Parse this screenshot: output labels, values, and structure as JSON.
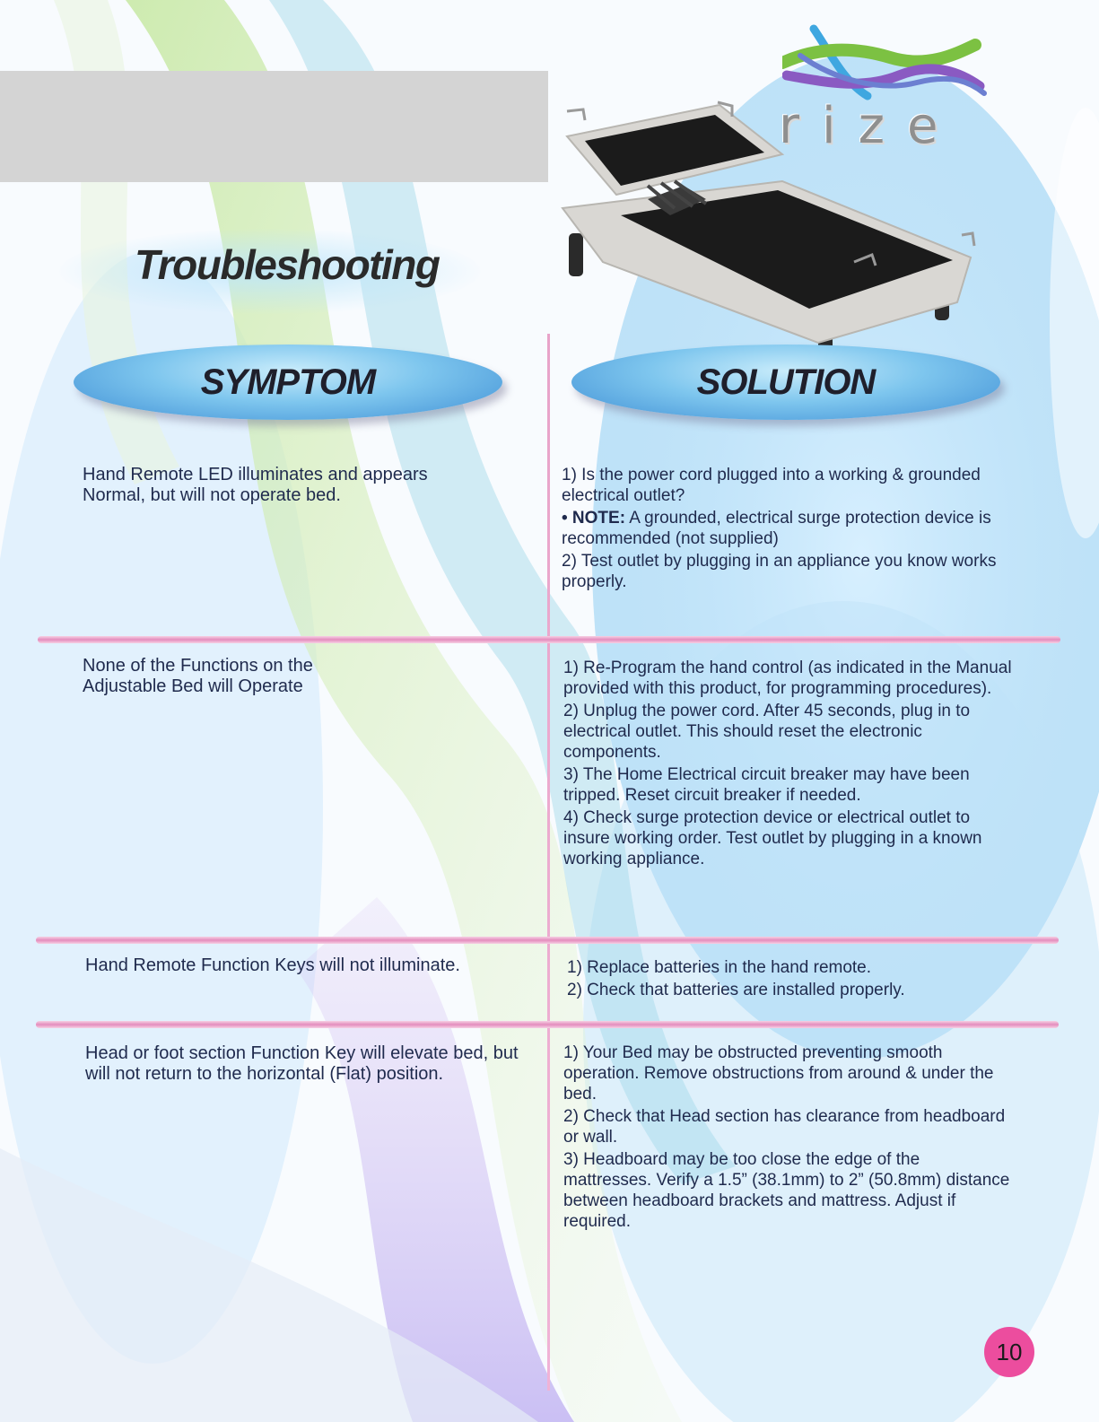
{
  "page": {
    "title": "Troubleshooting",
    "page_number": "10"
  },
  "brand": {
    "logo_text": "rize",
    "logo_colors": [
      "#6c7fd1",
      "#3fa7e0",
      "#7cc142",
      "#8a5ac2"
    ]
  },
  "headers": {
    "symptom": "SYMPTOM",
    "solution": "SOLUTION"
  },
  "colors": {
    "header_blue": "#3f8fd5",
    "divider_pink": "#e48dbd",
    "page_badge": "#ec4d9e",
    "text": "#1f2a4d"
  },
  "rows": [
    {
      "symptom": "Hand Remote LED illuminates and appears Normal, but will not operate bed.",
      "solution": [
        "1) Is the power cord plugged into a working & grounded electrical outlet?",
        "2) Test outlet by plugging in an appliance you know works properly."
      ],
      "note_label": "• NOTE:",
      "note_text": " A grounded, electrical surge protection device is recommended (not supplied)"
    },
    {
      "symptom": "None of the Functions on the Adjustable Bed will Operate",
      "solution": [
        "1) Re-Program the hand control (as indicated in the Manual provided with this product, for programming procedures).",
        "2) Unplug the power cord.  After 45 seconds, plug in to electrical outlet.  This should reset the electronic components.",
        "3) The Home Electrical circuit breaker may have been tripped. Reset circuit breaker if needed.",
        "4) Check surge protection device or electrical outlet to insure working order. Test outlet by plugging in a known working appliance."
      ]
    },
    {
      "symptom": "Hand Remote Function Keys will not illuminate.",
      "solution": [
        "1) Replace batteries in the hand remote.",
        "2) Check that batteries are installed properly."
      ]
    },
    {
      "symptom": "Head or foot section Function Key will elevate bed, but will not return to the horizontal (Flat) position.",
      "solution": [
        "1) Your Bed may be obstructed preventing smooth operation. Remove obstructions from around & under the bed.",
        "2) Check that Head section has clearance from headboard or wall.",
        "3) Headboard may be too close the edge of the mattresses. Verify a 1.5” (38.1mm) to 2” (50.8mm) distance between headboard brackets and mattress. Adjust if required."
      ]
    }
  ]
}
